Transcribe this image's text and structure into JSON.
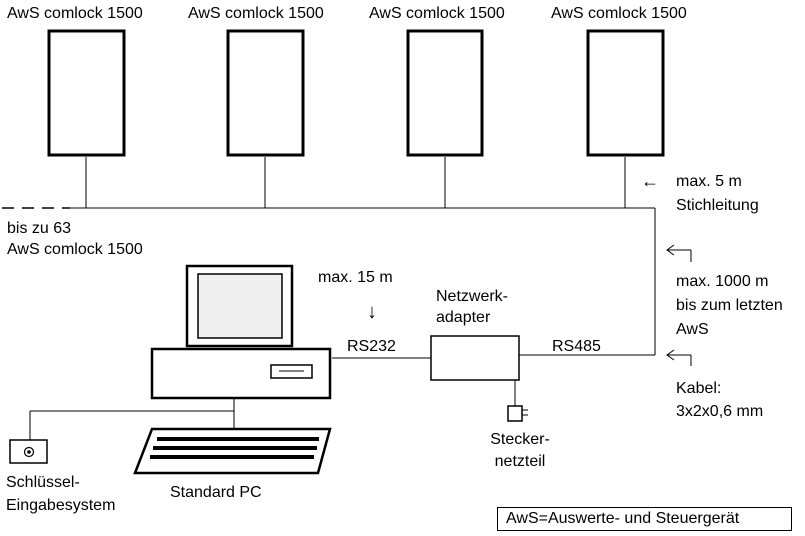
{
  "devices": {
    "labels": [
      "AwS comlock 1500",
      "AwS comlock 1500",
      "AwS comlock 1500",
      "AwS comlock 1500"
    ],
    "extra": [
      "bis zu 63",
      "AwS comlock 1500"
    ]
  },
  "annotations": {
    "stub_arrow": "←",
    "stub_len": "max. 5 m",
    "stub_name": "Stichleitung",
    "max15": "max. 15 m",
    "down_arrow": "↓",
    "rs232": "RS232",
    "rs485": "RS485",
    "adapter": [
      "Netzwerk-",
      "adapter"
    ],
    "bus_len": [
      "max. 1000 m",
      "bis zum letzten",
      "AwS"
    ],
    "cable": [
      "Kabel:",
      "3x2x0,6 mm"
    ],
    "psu": [
      "Stecker-",
      "netzteil"
    ],
    "key_system": [
      "Schlüssel-",
      "Eingabesystem"
    ],
    "pc": "Standard PC"
  },
  "legend": "AwS=Auswerte- und Steuergerät"
}
